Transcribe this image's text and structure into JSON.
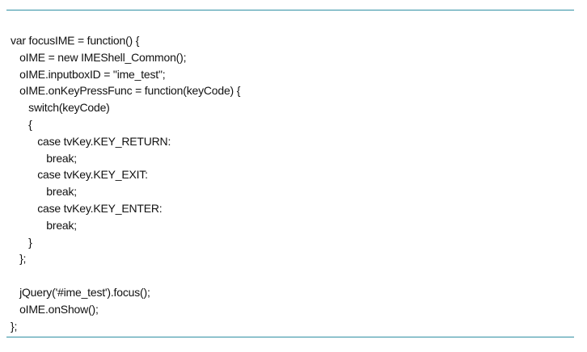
{
  "code": {
    "lines": [
      "var focusIME = function() {",
      "   oIME = new IMEShell_Common();",
      "   oIME.inputboxID = \"ime_test\";",
      "   oIME.onKeyPressFunc = function(keyCode) {",
      "      switch(keyCode)",
      "      {",
      "         case tvKey.KEY_RETURN:",
      "            break;",
      "         case tvKey.KEY_EXIT:",
      "            break;",
      "         case tvKey.KEY_ENTER:",
      "            break;",
      "      }",
      "   };",
      "",
      "   jQuery('#ime_test').focus();",
      "   oIME.onShow();",
      "};"
    ]
  }
}
